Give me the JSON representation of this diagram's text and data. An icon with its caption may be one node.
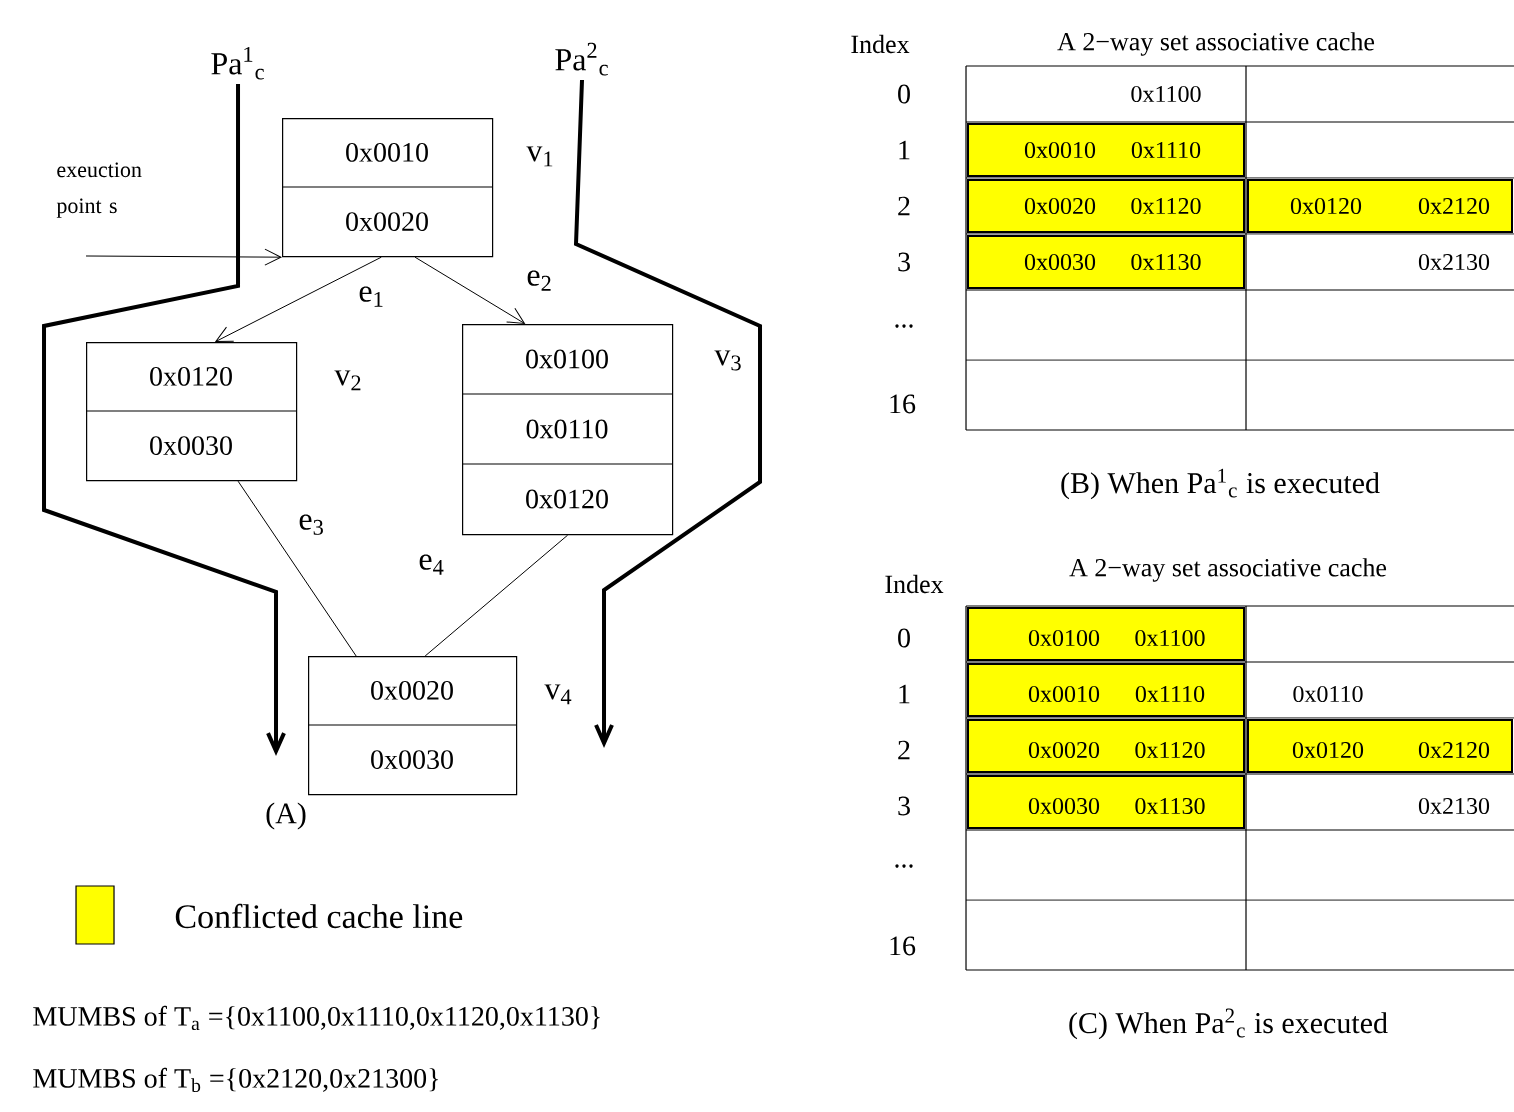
{
  "diagram": {
    "nodes": [
      {
        "text": [
          "Pa$^{1}$$_{c}$"
        ]
      },
      {
        "text": [
          "Pa$^{2}$$_{c}$"
        ]
      },
      {
        "text": [
          "0x0010",
          "0x0020"
        ],
        "beside": [
          "v$_{1}$"
        ]
      },
      {
        "text": [
          "0x0120",
          "0x0030"
        ],
        "beside": [
          "v$_{2}$"
        ]
      },
      {
        "text": [
          "0x0100",
          "0x0110",
          "0x0120"
        ],
        "beside": [
          "v$_{3}$"
        ]
      },
      {
        "text": [
          "0x0020",
          "0x0030"
        ],
        "beside": [
          "v$_{4}$"
        ]
      }
    ],
    "edges": [
      {
        "from": 0,
        "to": null,
        "arrow": "to",
        "style": "thick"
      },
      {
        "from": 1,
        "to": null,
        "arrow": "to",
        "style": "thick"
      },
      {
        "from": null,
        "to": 2,
        "arrow": "to",
        "label": "exeuction point s"
      },
      {
        "from": 2,
        "to": 3,
        "arrow": "to",
        "label": "e$_{1}$"
      },
      {
        "from": 2,
        "to": 4,
        "arrow": "to",
        "label": "e$_{2}$"
      },
      {
        "from": 3,
        "to": 5,
        "arrow": "none",
        "label": "e$_{3}$"
      },
      {
        "from": 4,
        "to": 5,
        "arrow": "none",
        "label": "e$_{4}$"
      }
    ],
    "labels": [
      "Index",
      "A 2−way set associative cache",
      "0",
      "0x1100",
      "1",
      "0x0010",
      "0x1110",
      "2",
      "0x0020",
      "0x1120",
      "0x0120",
      "0x2120",
      "3",
      "0x0030",
      "0x1130",
      "0x2130",
      "...",
      "16",
      "(B) When Pa$^{1}$$_{c}$ is executed",
      "Index",
      "A 2−way set associative cache",
      "0",
      "0x0100",
      "0x1100",
      "1",
      "0x0010",
      "0x1110",
      "0x0110",
      "2",
      "0x0020",
      "0x1120",
      "0x0120",
      "0x2120",
      "3",
      "0x0030",
      "0x1130",
      "0x2130",
      "...",
      "16",
      "(C) When Pa$^{2}$$_{c}$ is executed",
      "(A)",
      "MUMBS of T$_{a}$ ={0x1100,0x1110,0x1120,0x1130}",
      "MUMBS of T$_{b}$ ={0x2120,0x21300}"
    ],
    "legend": [
      {
        "text": "Conflicted cache line",
        "color": "#ffff00"
      }
    ]
  }
}
